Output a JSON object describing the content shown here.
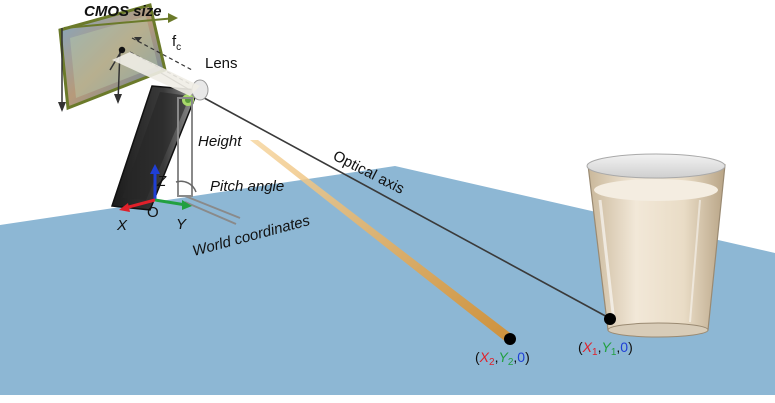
{
  "labels": {
    "cmos": "CMOS size",
    "fc_main": "f",
    "fc_sub": "c",
    "lens": "Lens",
    "height": "Height",
    "optical_axis": "Optical axis",
    "pitch_angle": "Pitch angle",
    "world_coordinates": "World coordinates",
    "axis_x": "X",
    "axis_y": "Y",
    "axis_z": "Z",
    "origin": "O"
  },
  "point1": {
    "open": "(",
    "x": "X",
    "x_sub": "1",
    "sep1": ",",
    "y": "Y",
    "y_sub": "1",
    "sep2": ",",
    "z": "0",
    "close": ")"
  },
  "point2": {
    "open": "(",
    "x": "X",
    "x_sub": "2",
    "sep1": ",",
    "y": "Y",
    "y_sub": "2",
    "sep2": ",",
    "z": "0",
    "close": ")"
  },
  "colors": {
    "floor": "#8db7d4",
    "x_axis": "#e0202a",
    "y_axis": "#22a040",
    "z_axis": "#1f3fd6",
    "optical_axis": "#3a3a3a",
    "ray": "#e8a040",
    "sensor_frame": "#6b7a2a"
  },
  "icons": {
    "phone": "smartphone-image",
    "glass": "milk-glass-image"
  }
}
